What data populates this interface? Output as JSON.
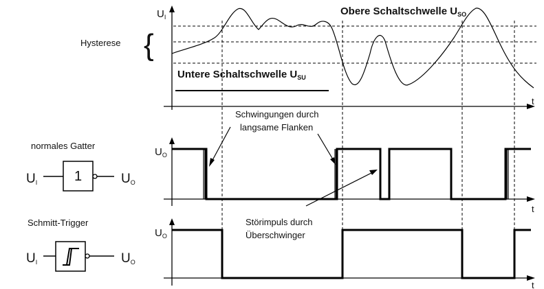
{
  "analog_plot": {
    "y_label": "U",
    "y_label_sub": "I",
    "t_label": "t",
    "upper_threshold_label": "Obere Schaltschwelle U",
    "upper_threshold_sub": "SO",
    "lower_threshold_label": "Untere Schaltschwelle U",
    "lower_threshold_sub": "SU",
    "hysteresis_label": "Hysterese",
    "hysteresis_brace": "{"
  },
  "normal_gate": {
    "title": "normales Gatter",
    "input_label": "U",
    "input_sub": "I",
    "output_label": "U",
    "output_sub": "O",
    "box_text": "1",
    "plot_y_label": "U",
    "plot_y_sub": "O",
    "plot_t_label": "t"
  },
  "schmitt_trigger": {
    "title": "Schmitt-Trigger",
    "input_label": "U",
    "input_sub": "I",
    "output_label": "U",
    "output_sub": "O",
    "plot_y_label": "U",
    "plot_y_sub": "O",
    "plot_t_label": "t"
  },
  "annotations": {
    "oscillation_line1": "Schwingungen durch",
    "oscillation_line2": "langsame Flanken",
    "glitch_line1": "Störimpuls durch",
    "glitch_line2": "Überschwinger"
  }
}
